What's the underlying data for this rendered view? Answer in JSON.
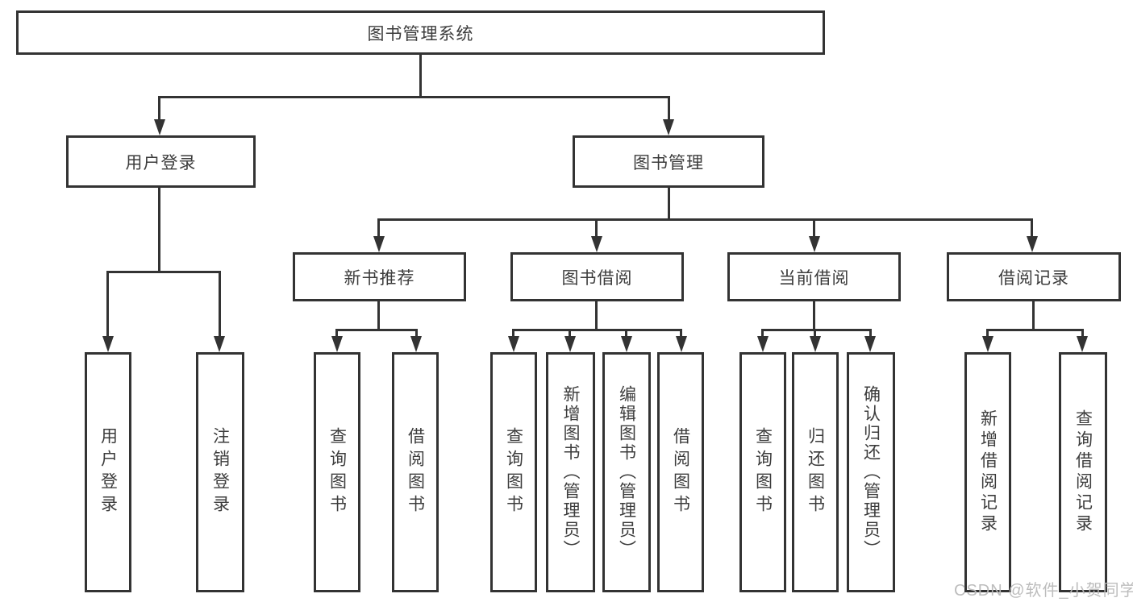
{
  "diagram": {
    "title_node": "图书管理系统",
    "level2": {
      "user_login": "用户登录",
      "book_mgmt": "图书管理"
    },
    "level3": [
      "新书推荐",
      "图书借阅",
      "当前借阅",
      "借阅记录"
    ],
    "leaves_user_login": [
      "用户登录",
      "注销登录"
    ],
    "leaves_new_book": [
      "查询图书",
      "借阅图书"
    ],
    "leaves_book_borrow": [
      "查询图书",
      "新增图书（管理员）",
      "编辑图书（管理员）",
      "借阅图书"
    ],
    "leaves_current_borrow": [
      "查询图书",
      "归还图书",
      "确认归还（管理员）"
    ],
    "leaves_borrow_record": [
      "新增借阅记录",
      "查询借阅记录"
    ]
  },
  "watermark": "CSDN @软件_小贺同学",
  "appearance": {
    "line_color": "#333333",
    "box_fill": "#ffffff",
    "text_color": "#3c3c3c",
    "watermark_color": "#b9b9b9"
  }
}
